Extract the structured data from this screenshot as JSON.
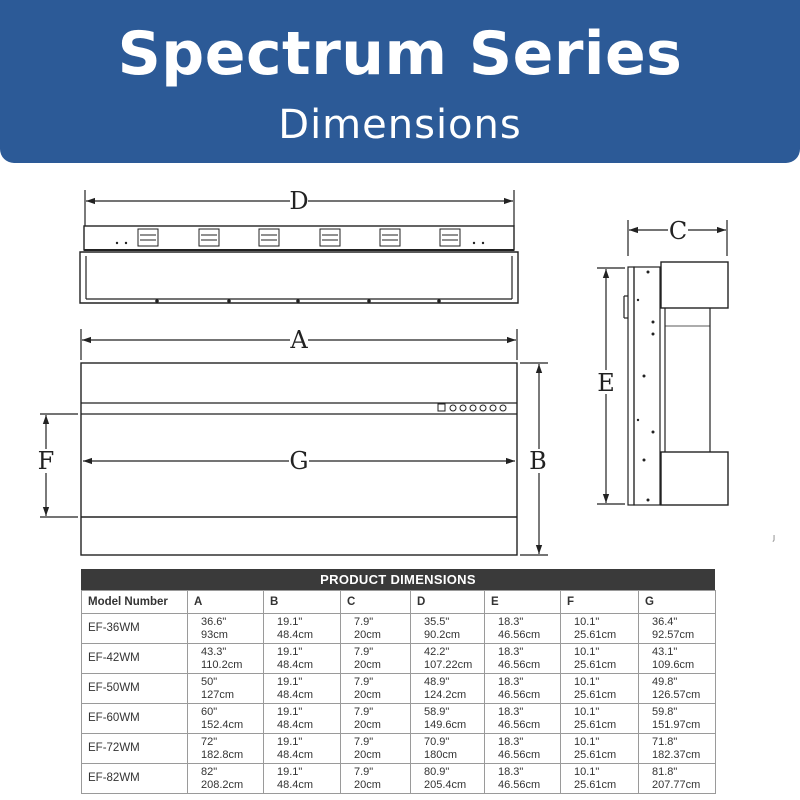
{
  "header": {
    "title": "Spectrum Series",
    "subtitle": "Dimensions"
  },
  "diagram": {
    "labels": {
      "A": "A",
      "B": "B",
      "C": "C",
      "D": "D",
      "E": "E",
      "F": "F",
      "G": "G"
    },
    "stray_mark": "J"
  },
  "table": {
    "title": "PRODUCT DIMENSIONS",
    "columns": [
      "Model Number",
      "A",
      "B",
      "C",
      "D",
      "E",
      "F",
      "G"
    ],
    "rows": [
      {
        "model": "EF-36WM",
        "cells": [
          [
            "36.6\"",
            "93cm"
          ],
          [
            "19.1\"",
            "48.4cm"
          ],
          [
            "7.9\"",
            "20cm"
          ],
          [
            "35.5\"",
            "90.2cm"
          ],
          [
            "18.3\"",
            "46.56cm"
          ],
          [
            "10.1\"",
            "25.61cm"
          ],
          [
            "36.4\"",
            "92.57cm"
          ]
        ]
      },
      {
        "model": "EF-42WM",
        "cells": [
          [
            "43.3\"",
            "110.2cm"
          ],
          [
            "19.1\"",
            "48.4cm"
          ],
          [
            "7.9\"",
            "20cm"
          ],
          [
            "42.2\"",
            "107.22cm"
          ],
          [
            "18.3\"",
            "46.56cm"
          ],
          [
            "10.1\"",
            "25.61cm"
          ],
          [
            "43.1\"",
            "109.6cm"
          ]
        ]
      },
      {
        "model": "EF-50WM",
        "cells": [
          [
            "50\"",
            "127cm"
          ],
          [
            "19.1\"",
            "48.4cm"
          ],
          [
            "7.9\"",
            "20cm"
          ],
          [
            "48.9\"",
            " 124.2cm"
          ],
          [
            "18.3\"",
            "46.56cm"
          ],
          [
            "10.1\"",
            "25.61cm"
          ],
          [
            "49.8\"",
            "126.57cm"
          ]
        ]
      },
      {
        "model": "EF-60WM",
        "cells": [
          [
            "60\"",
            "152.4cm"
          ],
          [
            "19.1\"",
            "48.4cm"
          ],
          [
            "7.9\"",
            "20cm"
          ],
          [
            "58.9\"",
            "149.6cm"
          ],
          [
            "18.3\"",
            "46.56cm"
          ],
          [
            "10.1\"",
            "25.61cm"
          ],
          [
            "59.8\"",
            "151.97cm"
          ]
        ]
      },
      {
        "model": "EF-72WM",
        "cells": [
          [
            "72\"",
            "182.8cm"
          ],
          [
            "19.1\"",
            "48.4cm"
          ],
          [
            "7.9\"",
            "20cm"
          ],
          [
            "70.9\"",
            "180cm"
          ],
          [
            "18.3\"",
            "46.56cm"
          ],
          [
            "10.1\"",
            "25.61cm"
          ],
          [
            "71.8\"",
            "182.37cm"
          ]
        ]
      },
      {
        "model": "EF-82WM",
        "cells": [
          [
            "82\"",
            "208.2cm"
          ],
          [
            "19.1\"",
            "48.4cm"
          ],
          [
            "7.9\"",
            "20cm"
          ],
          [
            "80.9\"",
            "205.4cm"
          ],
          [
            "18.3\"",
            "46.56cm"
          ],
          [
            "10.1\"",
            "25.61cm"
          ],
          [
            "81.8\"",
            "207.77cm"
          ]
        ]
      }
    ]
  }
}
